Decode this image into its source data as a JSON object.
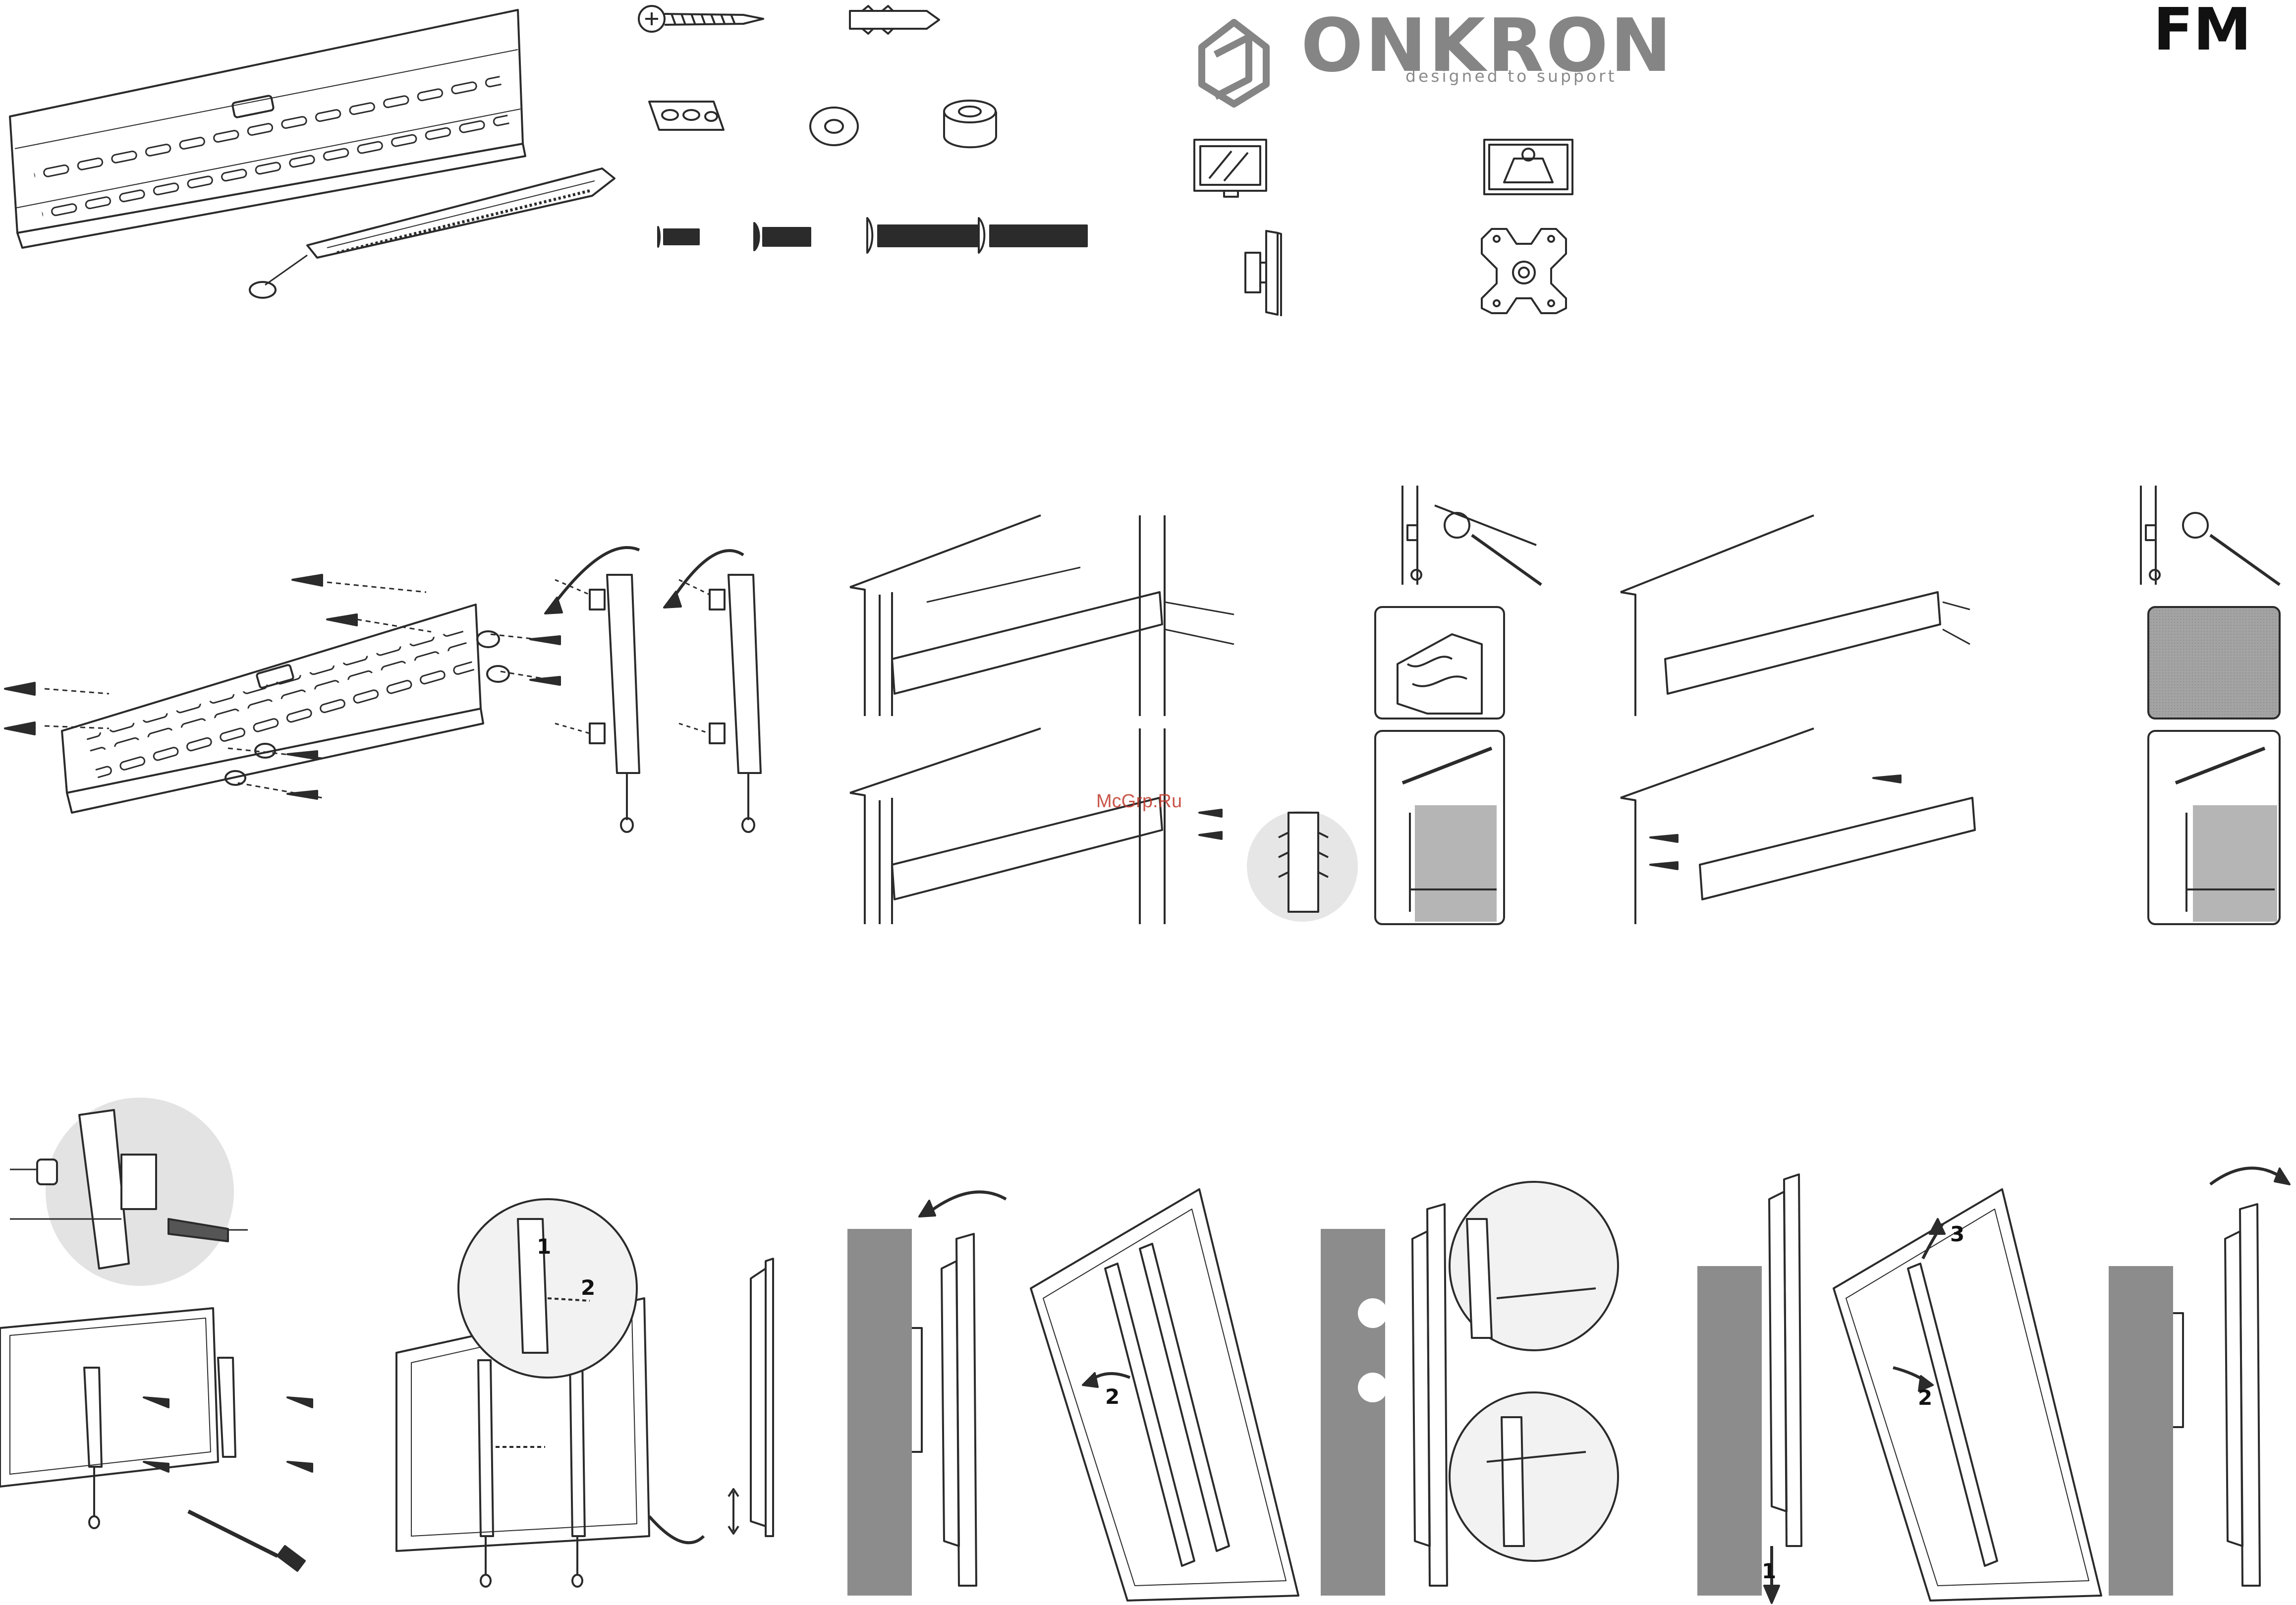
{
  "brand": {
    "name": "ONKRON",
    "tagline": "designed to support",
    "model": "FM"
  },
  "watermark": "McGrp.Ru",
  "step_numbers": {
    "lower_tv_pull": {
      "step1": "1",
      "step2": "2"
    },
    "tilted_tv_a": {
      "step2": "2"
    },
    "removal": {
      "step1": "1",
      "step2": "2",
      "step3": "3"
    }
  },
  "colors": {
    "line": "#2b2b2b",
    "wall_gray": "#8c8c8c",
    "logo_gray": "#858585",
    "concrete": "#9d9d9d",
    "watermark": "#c0392b"
  }
}
